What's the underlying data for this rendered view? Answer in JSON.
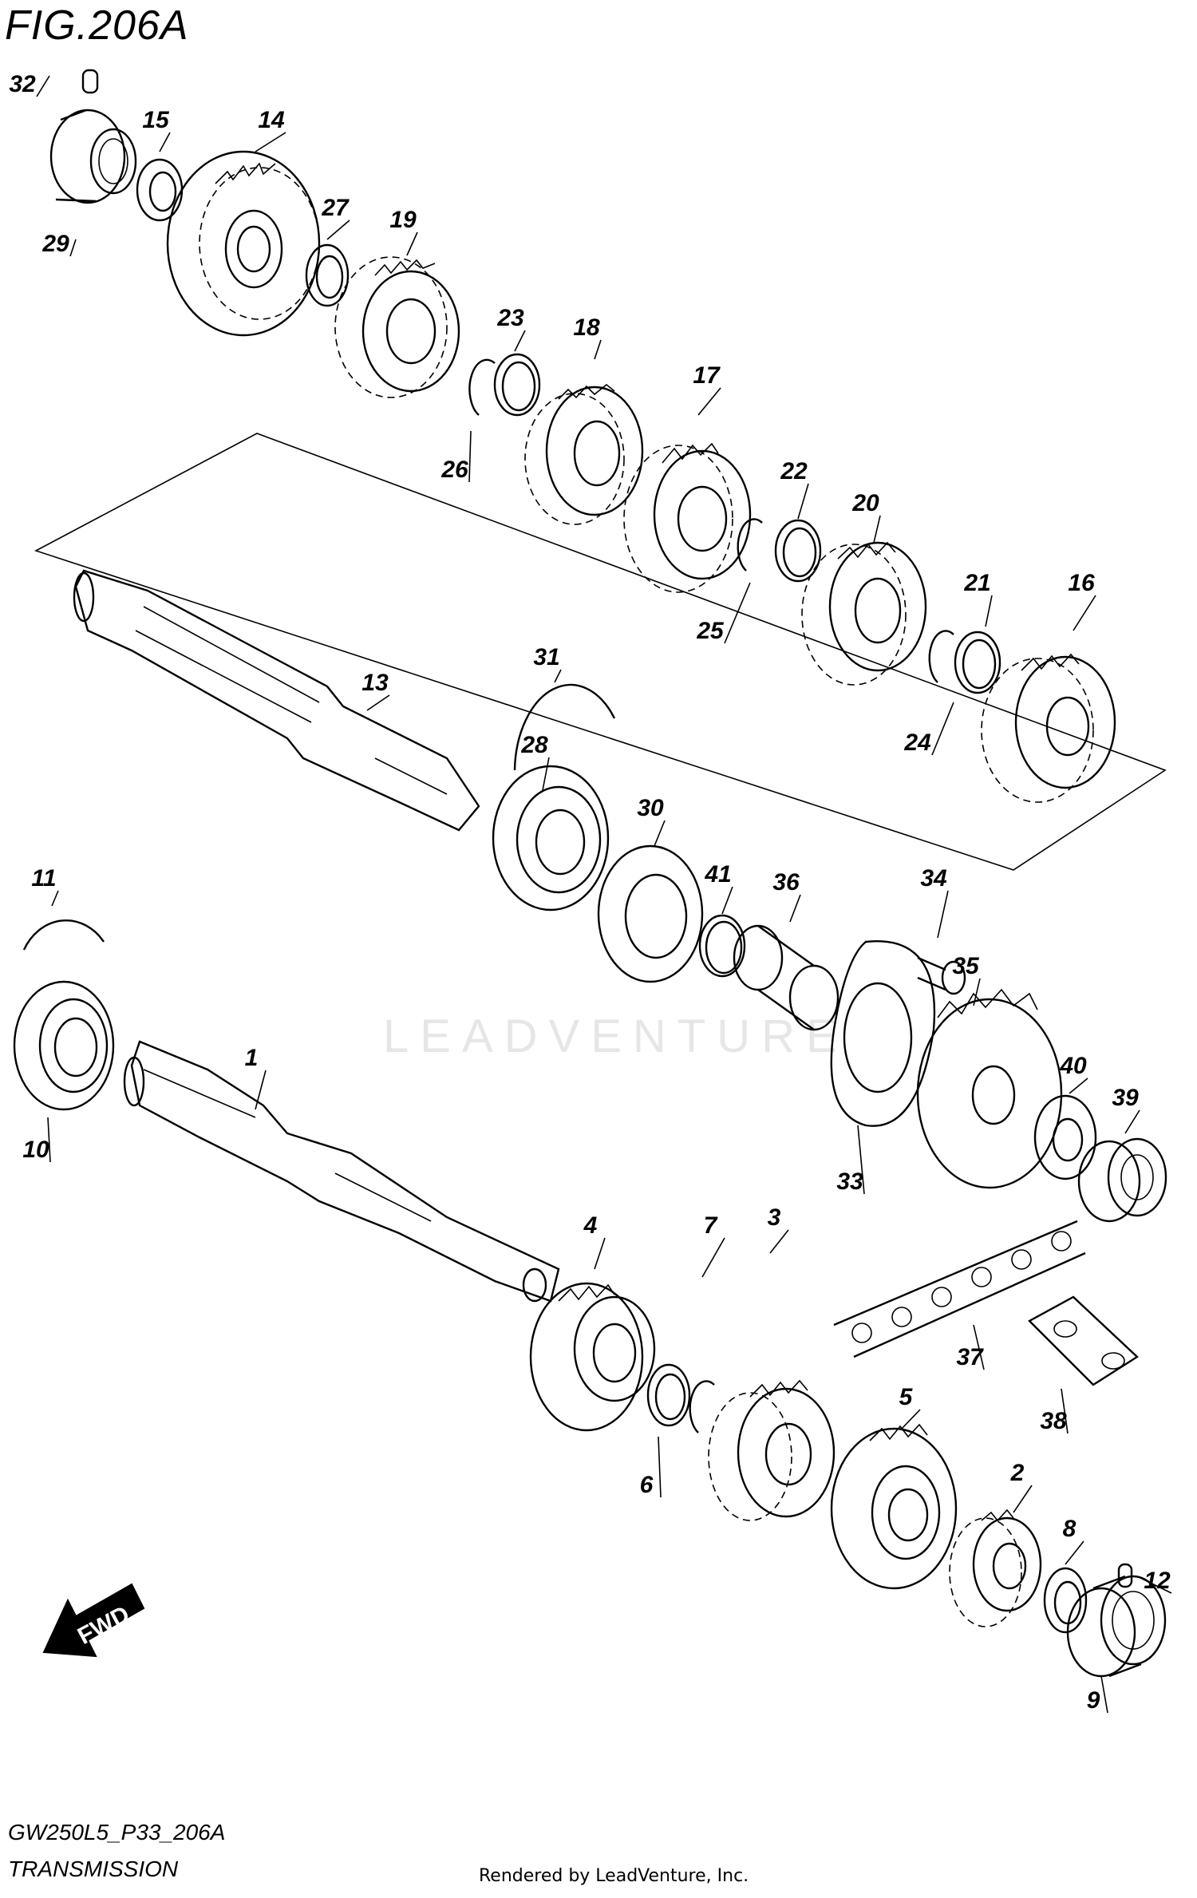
{
  "figure": {
    "title": "FIG.206A",
    "code": "GW250L5_P33_206A",
    "caption": "TRANSMISSION",
    "rendered_by": "Rendered by LeadVenture, Inc.",
    "watermark": "LEADVENTURE",
    "fwd_label": "FWD"
  },
  "part_numbers": [
    "32",
    "15",
    "14",
    "29",
    "27",
    "19",
    "23",
    "18",
    "26",
    "17",
    "22",
    "20",
    "25",
    "21",
    "16",
    "24",
    "13",
    "31",
    "28",
    "30",
    "41",
    "36",
    "34",
    "11",
    "35",
    "1",
    "40",
    "39",
    "10",
    "33",
    "4",
    "7",
    "3",
    "37",
    "6",
    "5",
    "38",
    "2",
    "8",
    "12",
    "9"
  ]
}
